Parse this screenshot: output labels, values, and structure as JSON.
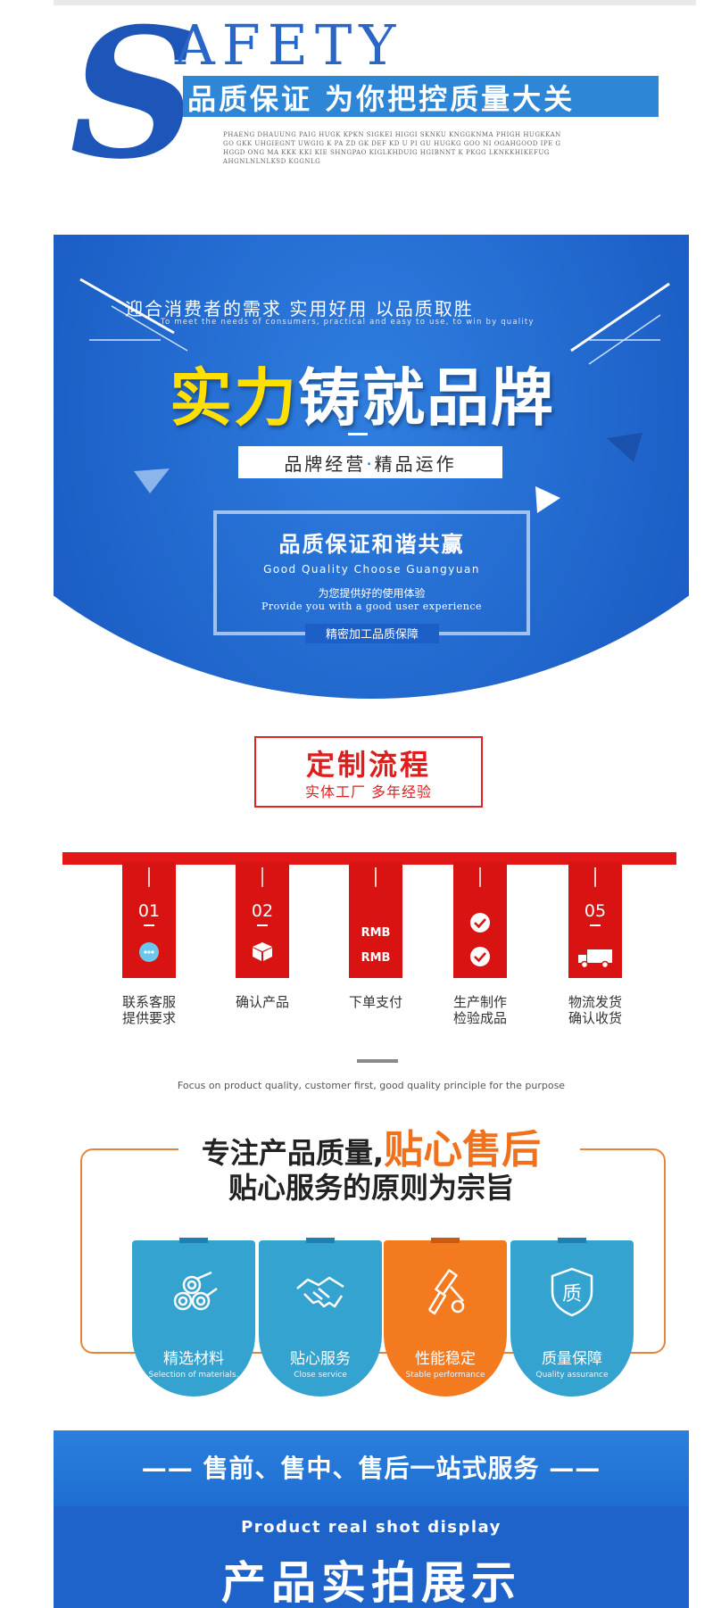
{
  "header": {
    "logo_letter": "S",
    "logo_rest": "AFETY",
    "slogan": "品质保证 为你把控质量大关",
    "pinyin": "PHAENG DHAUUNG PAIG HUGK KPKN SIGKEI HIGGI SKNKU KNGGKNMA PHIGH HUGKKAN GO GKK UHGIEGNT UWGIG K PA ZD GK DEF KD U PI GU HUGKG GOO NI OGAHGOOD IPE G HGGD ONG MA KKK KKI KIE SHNGPAO KIGLKHDUIG HGIBNNT K PKGG LKNKKHIKEFUG AHGNLNLNLKSD KGGNLG"
  },
  "brand": {
    "line1": "迎合消费者的需求 实用好用 以品质取胜",
    "line1_en": "To meet the needs of consumers, practical and easy to use, to win by quality",
    "title_yellow": "实力",
    "title_white": "铸就品牌",
    "sub_left": "品牌经营",
    "sub_dot": "·",
    "sub_right": "精品运作",
    "frame_title": "品质保证和谐共赢",
    "frame_en": "Good Quality Choose Guangyuan",
    "frame_zh": "为您提供好的使用体验",
    "frame_en2": "Provide you with a good user experience",
    "frame_caption": "精密加工品质保障"
  },
  "process": {
    "title": "定制流程",
    "subtitle": "实体工厂 多年经验",
    "steps": [
      {
        "num": "01",
        "icon": "chat-icon",
        "label_line1": "联系客服",
        "label_line2": "提供要求"
      },
      {
        "num": "02",
        "icon": "box-icon",
        "label_line1": "确认产品",
        "label_line2": ""
      },
      {
        "num": "",
        "icon": "rmb-icon",
        "rmb_top": "RMB",
        "rmb_bottom": "RMB",
        "label_line1": "下单支付",
        "label_line2": ""
      },
      {
        "num": "",
        "icon": "check-icon",
        "label_line1": "生产制作",
        "label_line2": "检验成品"
      },
      {
        "num": "05",
        "icon": "truck-icon",
        "label_line1": "物流发货",
        "label_line2": "确认收货"
      }
    ],
    "colors": {
      "red": "#e21818"
    }
  },
  "after_sales": {
    "focus": "Focus on product quality, customer first, good quality principle for the purpose",
    "title_part1": "专注产品质量,",
    "title_part2": "贴心售后",
    "title_line2": "贴心服务的原则为宗旨",
    "cards": [
      {
        "zh": "精选材料",
        "en": "Selection of materials.",
        "icon": "pipes-icon",
        "color": "#35a3cf"
      },
      {
        "zh": "贴心服务",
        "en": "Close service",
        "icon": "handshake-icon",
        "color": "#35a3cf"
      },
      {
        "zh": "性能稳定",
        "en": "Stable performance",
        "icon": "tools-icon",
        "color": "#f47a20"
      },
      {
        "zh": "质量保障",
        "en": "Quality assurance",
        "icon": "quality-shield-icon",
        "color": "#35a3cf",
        "shield_char": "质"
      }
    ]
  },
  "bottom": {
    "band_text": "—— 售前、售中、售后一站式服务 ——",
    "en": "Product real shot display",
    "zh": "产品实拍展示"
  }
}
